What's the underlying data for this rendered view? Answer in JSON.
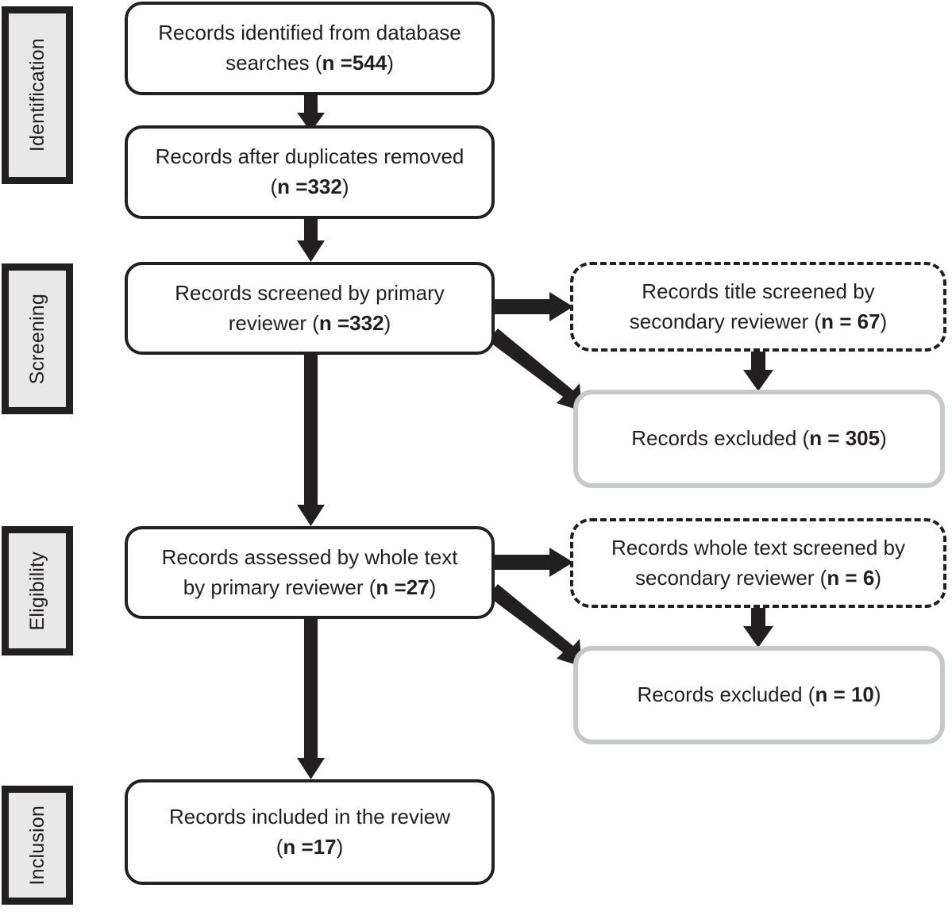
{
  "diagram": {
    "type": "prisma-flow-diagram",
    "title": "PRISMA study selection flow diagram",
    "colors": {
      "ink": "#231f20",
      "stage_fill": "#e8e8e8",
      "excluded_border": "#c6c8ca",
      "box_fill": "#ffffff"
    }
  },
  "stages": [
    {
      "id": "identification",
      "label": "Identification"
    },
    {
      "id": "screening",
      "label": "Screening"
    },
    {
      "id": "eligibility",
      "label": "Eligibility"
    },
    {
      "id": "inclusion",
      "label": "Inclusion"
    }
  ],
  "boxes": {
    "identified": {
      "line1": "Records identified from database",
      "line2_pre": "searches (",
      "line2_n": "n =544",
      "line2_post": ")",
      "style": "solid",
      "count": 544
    },
    "after_duplicates": {
      "line1": "Records after duplicates removed",
      "line2_pre": "(",
      "line2_n": "n =332",
      "line2_post": ")",
      "style": "solid",
      "count": 332
    },
    "screened_primary": {
      "line1": "Records screened by primary",
      "line2_pre": "reviewer (",
      "line2_n": "n =332",
      "line2_post": ")",
      "style": "solid",
      "count": 332
    },
    "title_screened_secondary": {
      "line1": "Records title screened by",
      "line2_pre": "secondary reviewer (",
      "line2_n": "n = 67",
      "line2_post": ")",
      "style": "dashed",
      "count": 67
    },
    "excluded_screening": {
      "line1_pre": "Records excluded (",
      "line1_n": "n = 305",
      "line1_post": ")",
      "style": "gray",
      "count": 305
    },
    "assessed_whole_text": {
      "line1": "Records assessed by whole text",
      "line2_pre": "by primary reviewer (",
      "line2_n": "n =27",
      "line2_post": ")",
      "style": "solid",
      "count": 27
    },
    "whole_text_secondary": {
      "line1": "Records whole text screened by",
      "line2_pre": "secondary reviewer (",
      "line2_n": "n = 6",
      "line2_post": ")",
      "style": "dashed",
      "count": 6
    },
    "excluded_eligibility": {
      "line1_pre": "Records excluded (",
      "line1_n": "n = 10",
      "line1_post": ")",
      "style": "gray",
      "count": 10
    },
    "included": {
      "line1": "Records included in the review",
      "line2_pre": "(",
      "line2_n": "n =17",
      "line2_post": ")",
      "style": "solid",
      "count": 17
    }
  }
}
